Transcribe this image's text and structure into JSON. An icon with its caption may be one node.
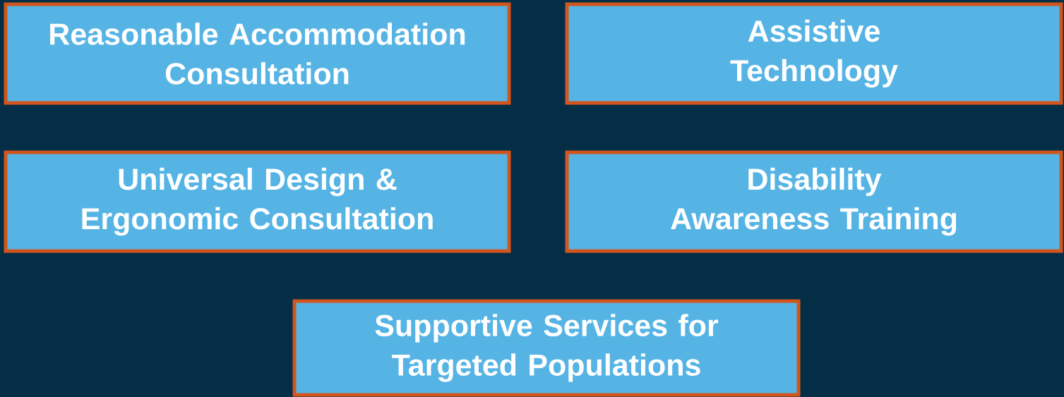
{
  "diagram": {
    "nodes": [
      {
        "text": [
          "Reasonable Accommodation Consultation"
        ]
      },
      {
        "text": [
          "Assistive Technology"
        ]
      },
      {
        "text": [
          "Universal Design & Ergonomic Consultation"
        ]
      },
      {
        "text": [
          "Disability Awareness Training"
        ]
      },
      {
        "text": [
          "Supportive Services for Targeted Populations"
        ]
      }
    ]
  }
}
